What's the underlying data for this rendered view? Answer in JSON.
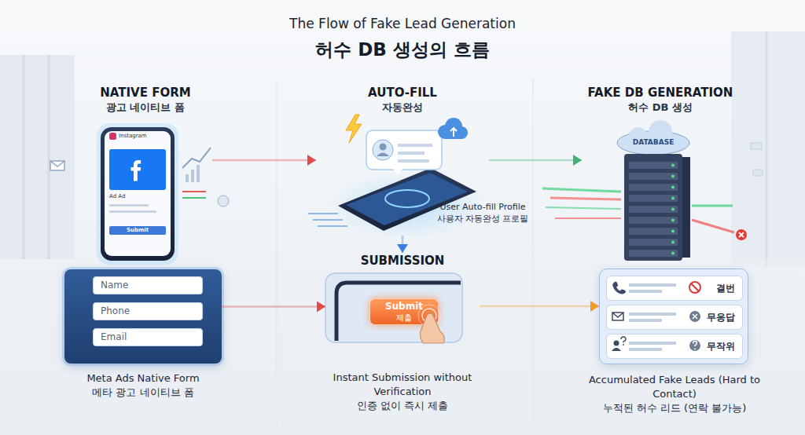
{
  "diagram": {
    "title": "The Flow of Fake Lead Generation",
    "nodes": [
      {
        "text": [
          "NATIVE FORM",
          "광고 네이티브 폼"
        ]
      },
      {
        "text": [
          "AUTO-FILL",
          "자동완성",
          "User Auto-fill Profile",
          "사용자 자동완성 프로필"
        ]
      },
      {
        "text": [
          "FAKE DB GENERATION",
          "허수 DB 생성"
        ]
      },
      {
        "text": [
          "Meta Ads Native Form",
          "메타 광고 네이티브 폼"
        ]
      },
      {
        "text": [
          "Name"
        ],
        "in": 3
      },
      {
        "text": [
          "Phone"
        ],
        "in": 3
      },
      {
        "text": [
          "Email"
        ],
        "in": 3
      },
      {
        "text": [
          "SUBMISSION",
          "Instant Submission without Verification",
          "인증 없이 즉시 제출"
        ]
      },
      {
        "text": [
          "Submit",
          "제출"
        ],
        "in": 7
      },
      {
        "text": [
          "Accumulated Fake Leads (Hard to Contact)",
          "누적된 허수 리드 (연락 불가능)"
        ]
      },
      {
        "text": [
          "결번"
        ],
        "in": 9
      },
      {
        "text": [
          "무응답"
        ],
        "in": 9
      },
      {
        "text": [
          "무작위"
        ],
        "in": 9
      }
    ],
    "edges": [
      {
        "from": 0,
        "to": 1,
        "arrow": "to"
      },
      {
        "from": 1,
        "to": 2,
        "arrow": "to"
      },
      {
        "from": 1,
        "to": 7,
        "arrow": "to"
      },
      {
        "from": 3,
        "to": 7,
        "arrow": "to"
      },
      {
        "from": 7,
        "to": 9,
        "arrow": "to"
      }
    ],
    "labels": [
      "허수 DB 생성의 흐름",
      "Instagram",
      "Ad Ad",
      "Submit",
      "DATABASE"
    ]
  }
}
